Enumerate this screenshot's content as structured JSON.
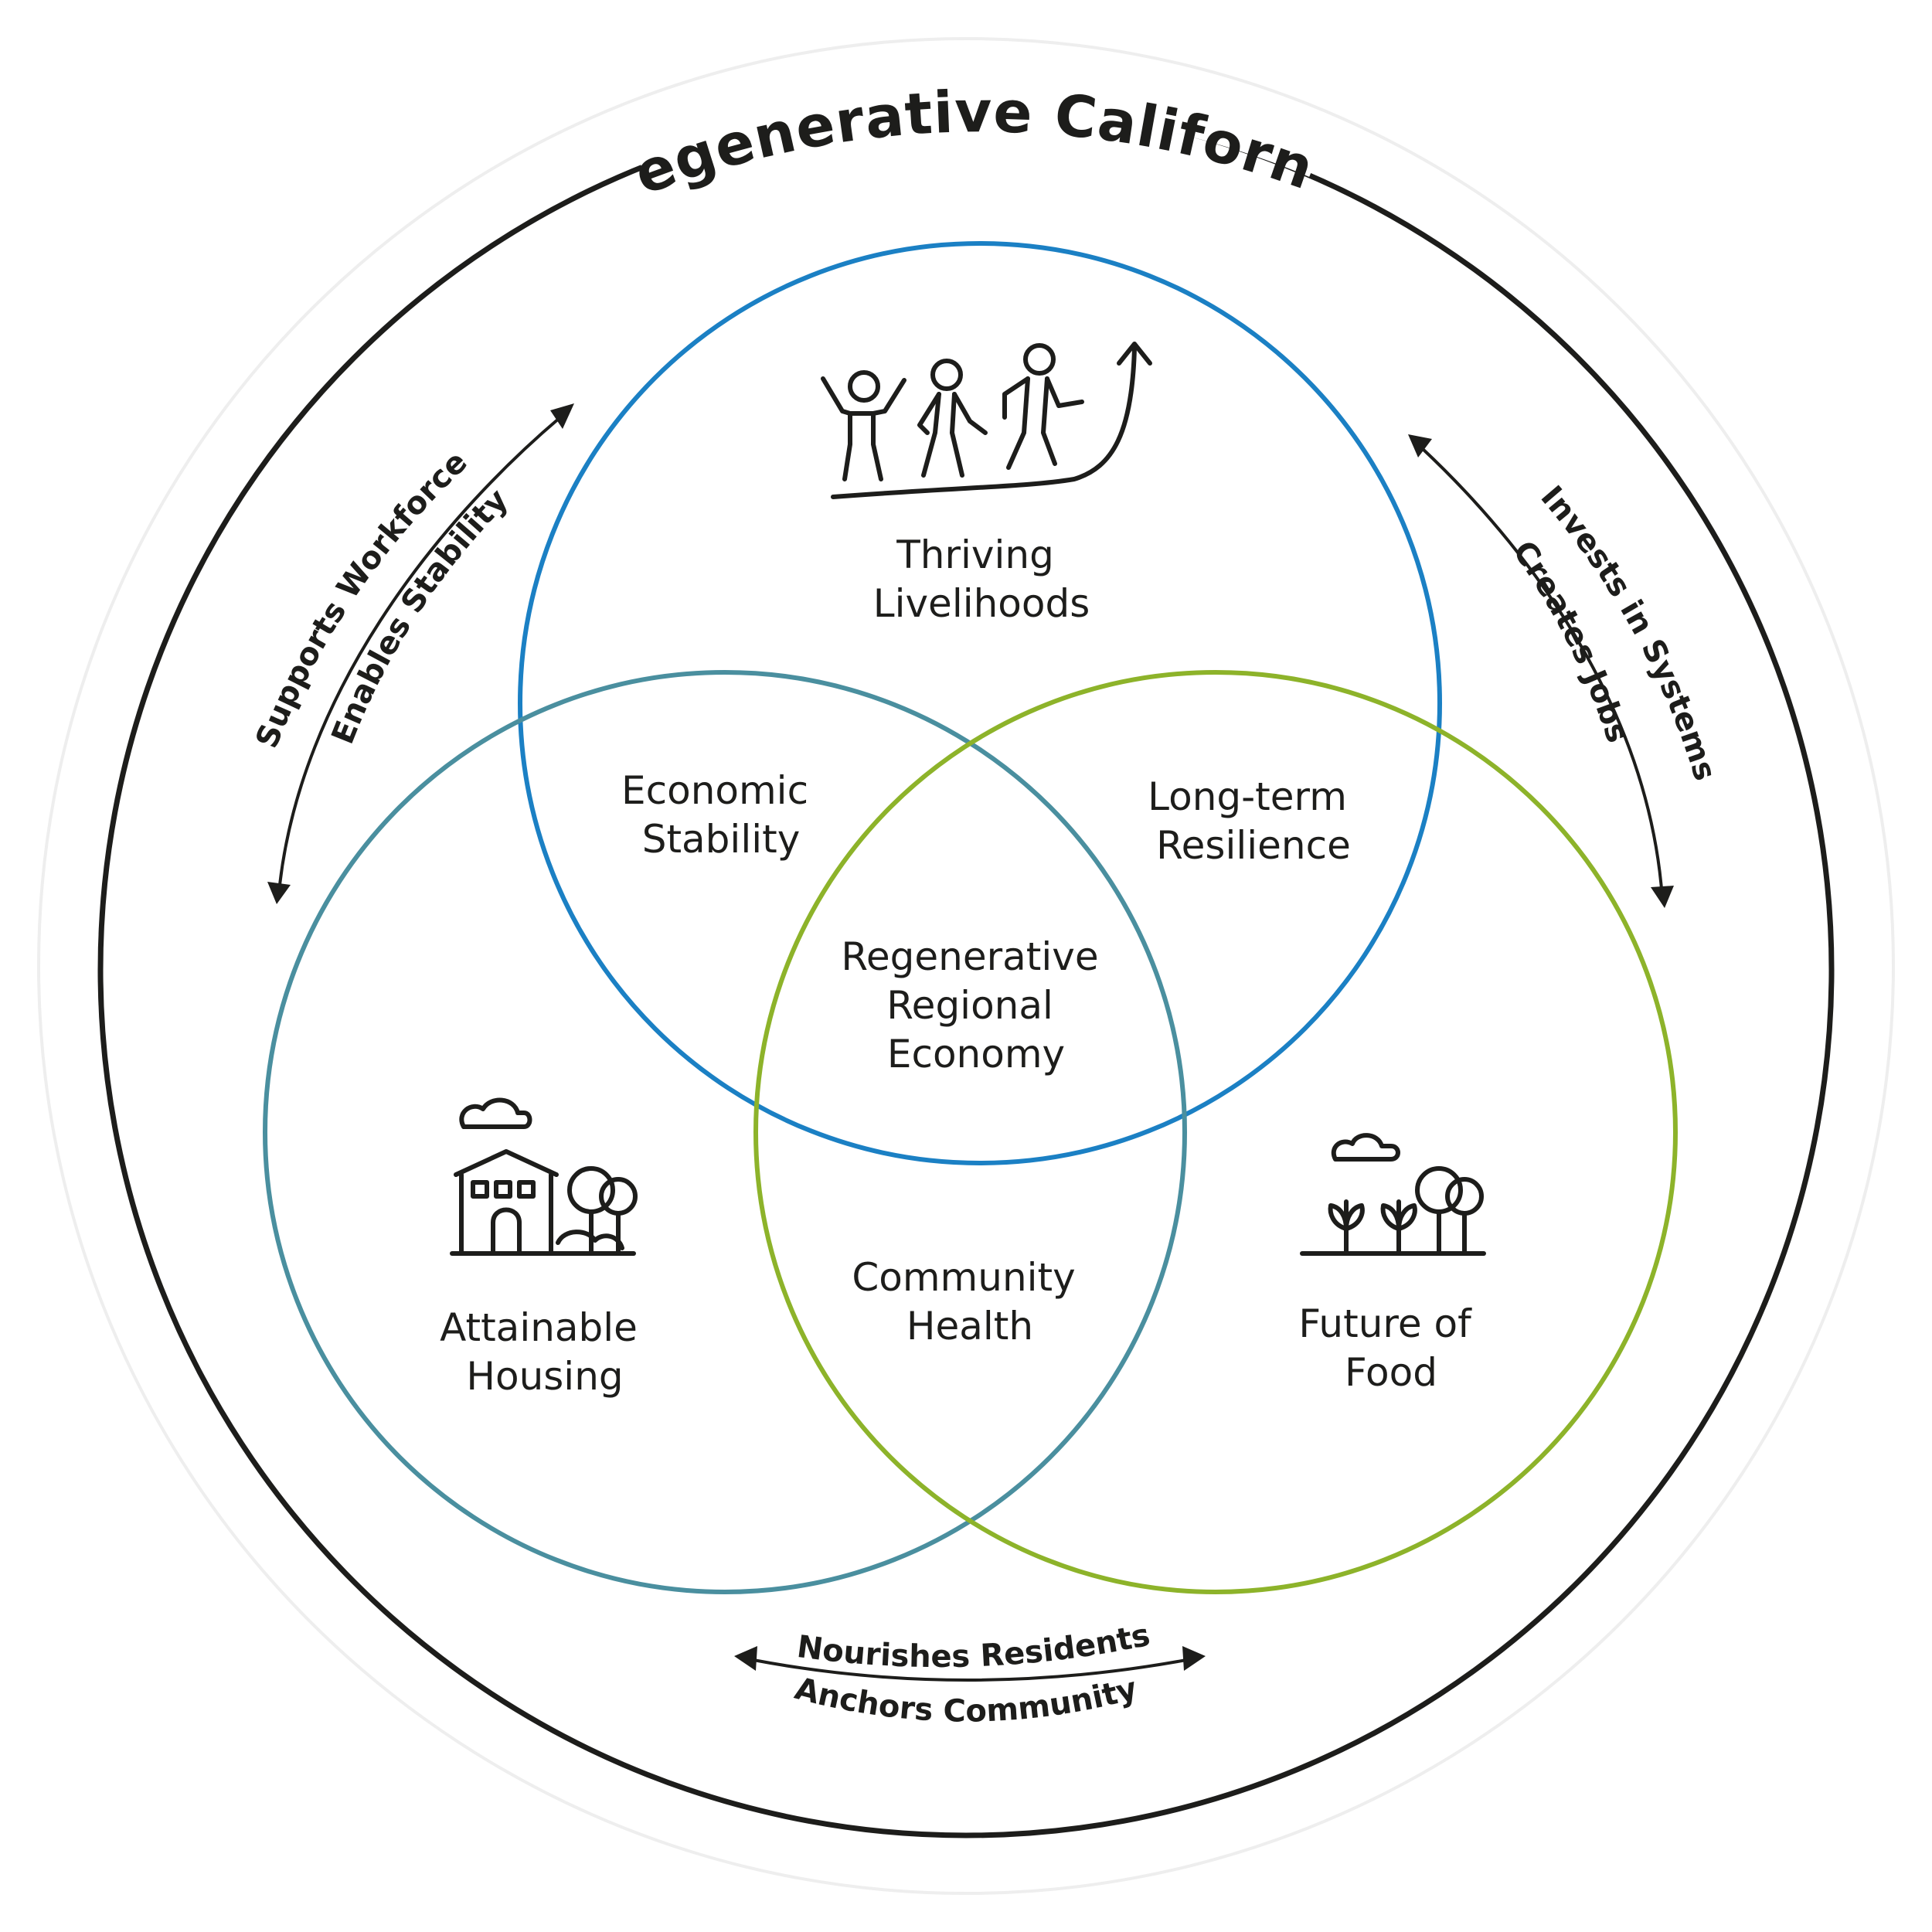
{
  "title": "Regenerative California",
  "circles": {
    "top": {
      "label_lines": [
        "Thriving",
        "Livelihoods"
      ],
      "color": "#1b80c4"
    },
    "left": {
      "label_lines": [
        "Attainable",
        "Housing"
      ],
      "color": "#4a8f9f"
    },
    "right": {
      "label_lines": [
        "Future of",
        "Food"
      ],
      "color": "#8db32a"
    }
  },
  "overlaps": {
    "top_left": [
      "Economic",
      "Stability"
    ],
    "top_right": [
      "Long-term",
      "Resilience"
    ],
    "left_right": [
      "Community",
      "Health"
    ],
    "center": [
      "Regenerative",
      "Regional",
      "Economy"
    ]
  },
  "arrows": {
    "left": {
      "outer": "Supports Workforce",
      "inner": "Enables Stability"
    },
    "right": {
      "outer": "Invests in Systems",
      "inner": "Creates Jobs"
    },
    "bottom": {
      "upper": "Nourishes Residents",
      "lower": "Anchors Community"
    }
  },
  "icons": {
    "top": "people-climbing-icon",
    "left": "house-with-trees-icon",
    "right": "plants-and-trees-icon"
  },
  "colors": {
    "outer_ring": "#1d1d1b",
    "text": "#1d1d1b"
  }
}
